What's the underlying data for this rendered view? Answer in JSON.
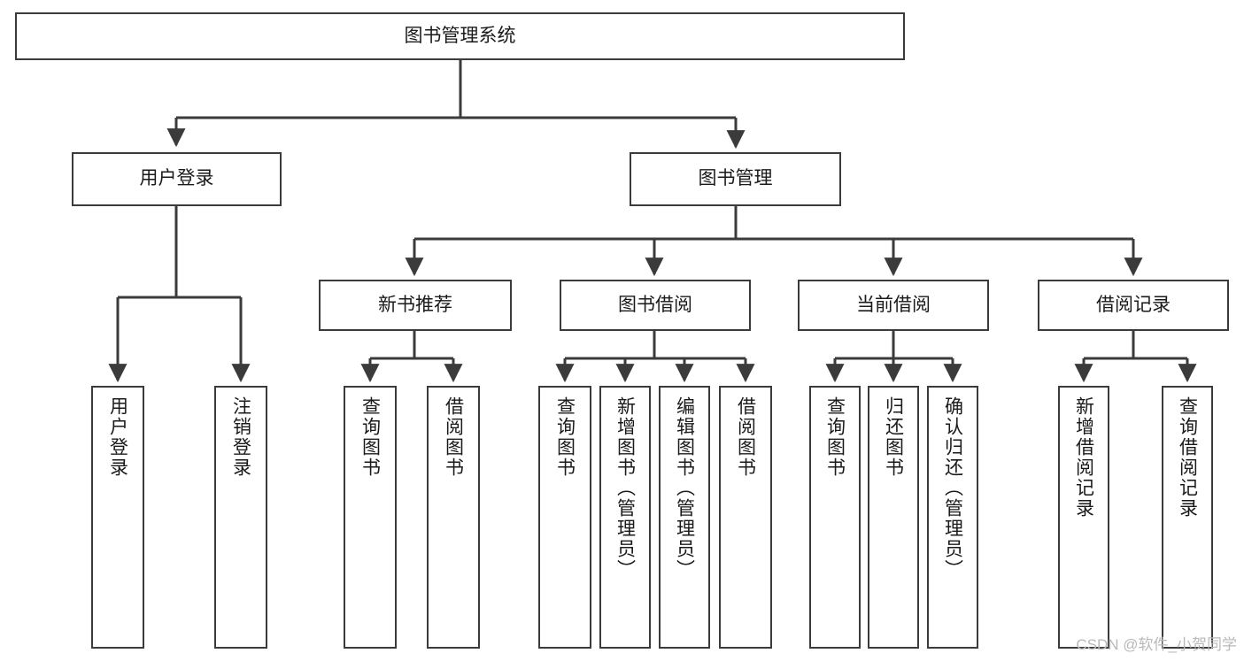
{
  "diagram": {
    "type": "hierarchy-tree",
    "title": "图书管理系统",
    "root": {
      "id": "root",
      "label": "图书管理系统",
      "orientation": "horizontal"
    },
    "level2": [
      {
        "id": "user-login",
        "label": "用户登录",
        "orientation": "horizontal"
      },
      {
        "id": "book-manage",
        "label": "图书管理",
        "orientation": "horizontal"
      }
    ],
    "level3": [
      {
        "id": "new-book-rec",
        "label": "新书推荐",
        "orientation": "horizontal",
        "parent": "book-manage"
      },
      {
        "id": "book-borrow",
        "label": "图书借阅",
        "orientation": "horizontal",
        "parent": "book-manage"
      },
      {
        "id": "current-borrow",
        "label": "当前借阅",
        "orientation": "horizontal",
        "parent": "book-manage"
      },
      {
        "id": "borrow-record",
        "label": "借阅记录",
        "orientation": "horizontal",
        "parent": "book-manage"
      }
    ],
    "leaves": [
      {
        "id": "leaf-user-login",
        "label": "用户登录",
        "parent": "user-login"
      },
      {
        "id": "leaf-logout",
        "label": "注销登录",
        "parent": "user-login"
      },
      {
        "id": "leaf-query-book-1",
        "label": "查询图书",
        "parent": "new-book-rec"
      },
      {
        "id": "leaf-borrow-book-1",
        "label": "借阅图书",
        "parent": "new-book-rec"
      },
      {
        "id": "leaf-query-book-2",
        "label": "查询图书",
        "parent": "book-borrow"
      },
      {
        "id": "leaf-add-book",
        "label": "新增图书（管理员）",
        "parent": "book-borrow"
      },
      {
        "id": "leaf-edit-book",
        "label": "编辑图书（管理员）",
        "parent": "book-borrow"
      },
      {
        "id": "leaf-borrow-book-2",
        "label": "借阅图书",
        "parent": "book-borrow"
      },
      {
        "id": "leaf-query-book-3",
        "label": "查询图书",
        "parent": "current-borrow"
      },
      {
        "id": "leaf-return-book",
        "label": "归还图书",
        "parent": "current-borrow"
      },
      {
        "id": "leaf-confirm-return",
        "label": "确认归还（管理员）",
        "parent": "current-borrow"
      },
      {
        "id": "leaf-add-record",
        "label": "新增借阅记录",
        "parent": "borrow-record"
      },
      {
        "id": "leaf-query-record",
        "label": "查询借阅记录",
        "parent": "borrow-record"
      }
    ],
    "colors": {
      "line": "#3b3b3b",
      "box_border": "#3b3b3b",
      "box_fill": "#ffffff",
      "text": "#1a1a1a",
      "watermark": "#b9b9b9",
      "background": "#ffffff"
    }
  },
  "watermark": {
    "text": "CSDN @软件_小贺同学"
  }
}
